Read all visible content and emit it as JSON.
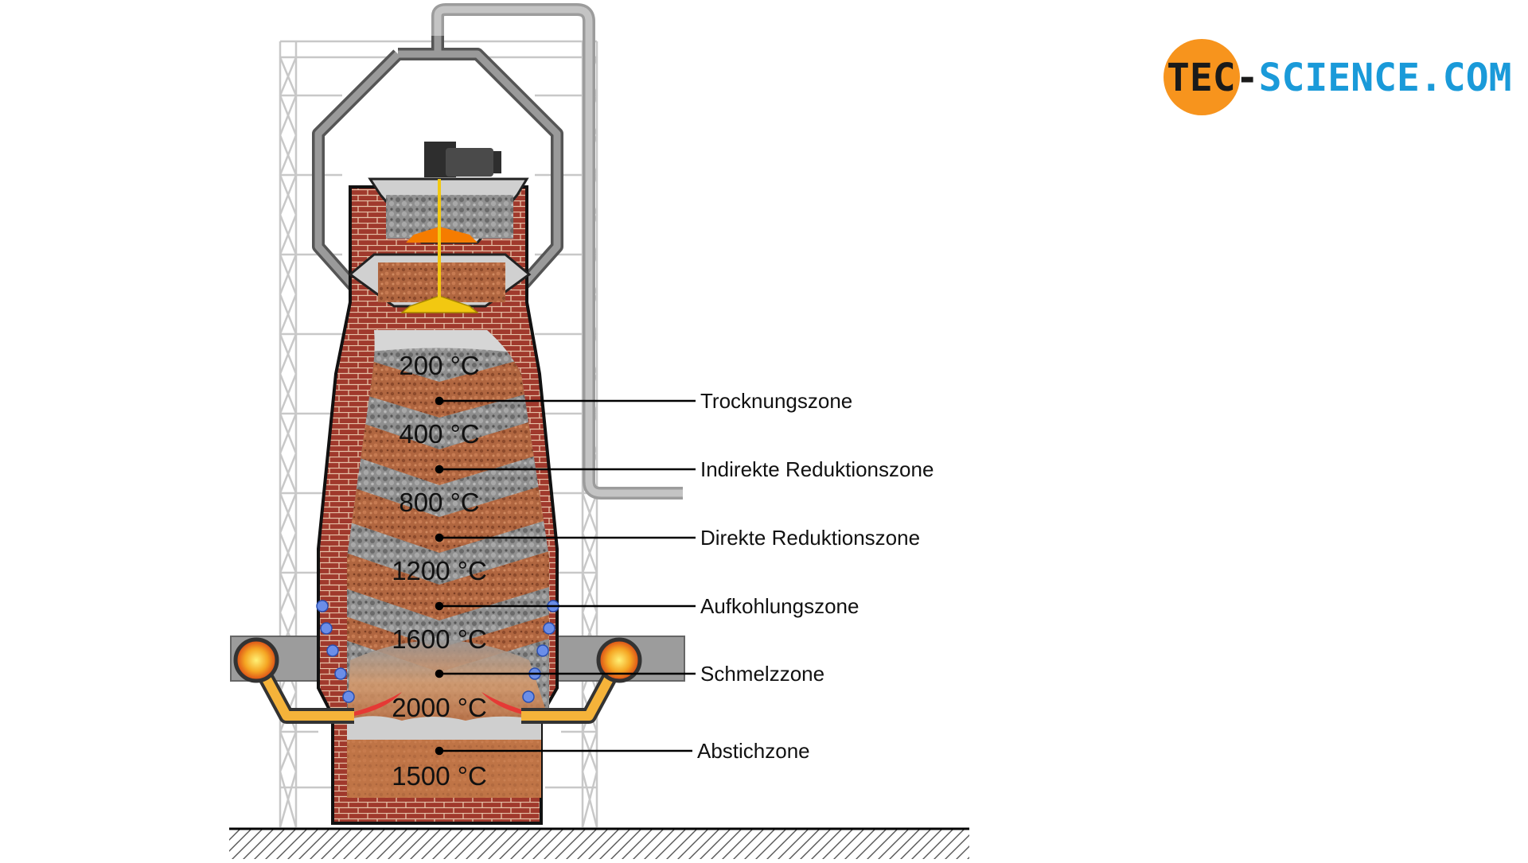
{
  "logo": {
    "part1": "TEC-",
    "part2": "SCIENCE",
    "part3": ".COM",
    "circle_color": "#f7941d",
    "dark_color": "#1a1a1a",
    "blue_color": "#1a9ad9"
  },
  "temperatures": [
    "200 °C",
    "400 °C",
    "800 °C",
    "1200 °C",
    "1600 °C",
    "2000 °C",
    "1500 °C"
  ],
  "zones": [
    "Trocknungszone",
    "Indirekte Reduktionszone",
    "Direkte Reduktionszone",
    "Aufkohlungszone",
    "Schmelzzone",
    "Abstichzone"
  ],
  "colors": {
    "brick": "#a0392c",
    "brick_mortar": "#e6c2a8",
    "ore": "#b66a44",
    "coke": "#8a8a8a",
    "pipe": "#a8a8a8",
    "hot": "#f5a623",
    "tuyere": "#6b8ee8"
  }
}
